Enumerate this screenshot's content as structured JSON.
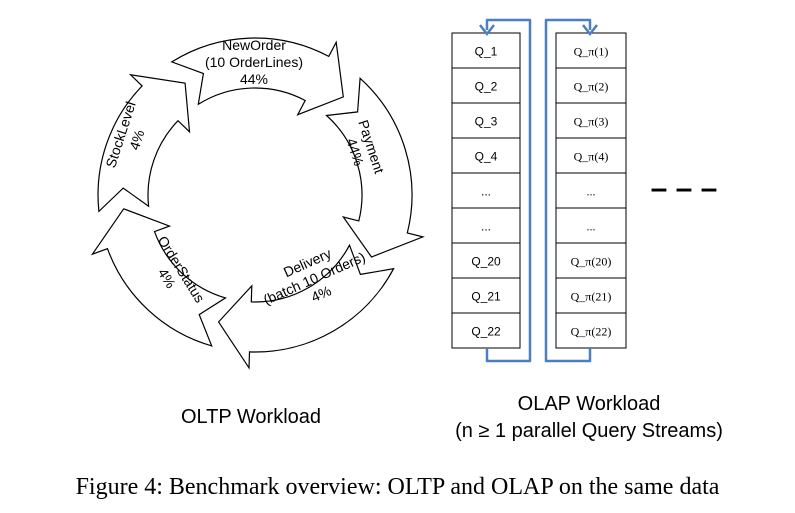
{
  "oltp": {
    "title": "OLTP Workload",
    "segments": [
      {
        "lines": [
          "NewOrder",
          "(10 OrderLines)",
          "44%"
        ]
      },
      {
        "lines": [
          "Payment",
          "44%"
        ]
      },
      {
        "lines": [
          "Delivery",
          "(batch 10 Orders)",
          "4%"
        ]
      },
      {
        "lines": [
          "OrderStatus",
          "4%"
        ]
      },
      {
        "lines": [
          "StockLevel",
          "4%"
        ]
      }
    ]
  },
  "olap": {
    "title_line1": "OLAP Workload",
    "title_line2": "(n ≥ 1 parallel Query Streams)",
    "stream1": [
      "Q_1",
      "Q_2",
      "Q_3",
      "Q_4",
      "...",
      "...",
      "Q_20",
      "Q_21",
      "Q_22"
    ],
    "stream2": [
      "Q_π(1)",
      "Q_π(2)",
      "Q_π(3)",
      "Q_π(4)",
      "...",
      "...",
      "Q_π(20)",
      "Q_π(21)",
      "Q_π(22)"
    ],
    "more_streams": "– – –"
  },
  "caption": "Figure 4: Benchmark overview: OLTP and OLAP on the same data",
  "colors": {
    "arrow": "#4a7fc1",
    "line": "#000000"
  }
}
